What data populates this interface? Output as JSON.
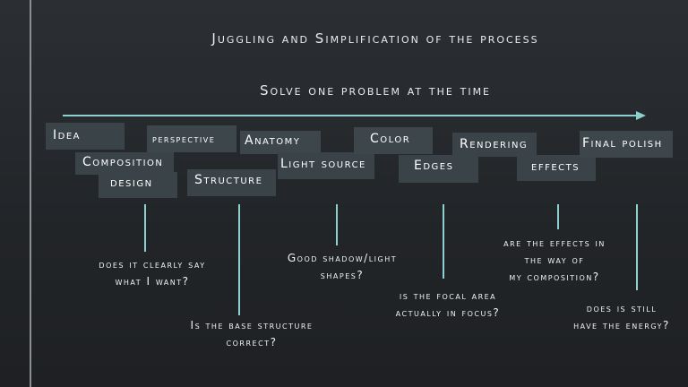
{
  "title": "Juggling and Simplification of the process",
  "subtitle": "Solve one problem at the time",
  "colors": {
    "accent": "#8ecfcf",
    "box": "#3a4448",
    "background": "#25282b"
  },
  "stages": {
    "idea": "Idea",
    "composition": "Composition",
    "design": "design",
    "perspective": "perspective",
    "structure": "Structure",
    "anatomy": "Anatomy",
    "light_source": "Light source",
    "color": "Color",
    "edges": "Edges",
    "rendering": "Rendering",
    "effects": "effects",
    "final_polish": "Final polish"
  },
  "questions": {
    "q1": [
      "does it clearly say",
      "what I want?"
    ],
    "q2": [
      "Is the base structure",
      "correct?"
    ],
    "q3": [
      "Good shadow/light",
      "shapes?"
    ],
    "q4": [
      "is the focal area",
      "actually in focus?"
    ],
    "q5": [
      "are the effects in",
      "the way of",
      "my composition?"
    ],
    "q6": [
      "does is still",
      "have the energy?"
    ]
  }
}
